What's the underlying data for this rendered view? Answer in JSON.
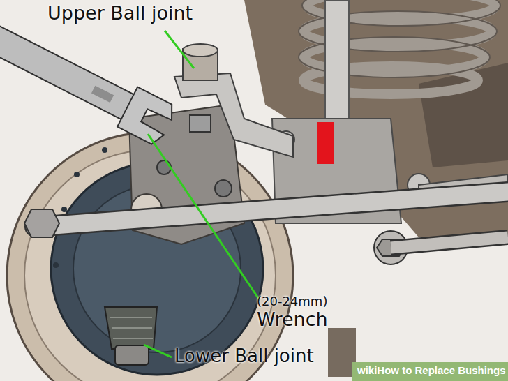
{
  "diagram": {
    "labels": [
      "Upper Ball joint",
      "(20-24mm)",
      "Wrench",
      "Lower Ball joint",
      "wikiHow to Replace Bushings"
    ]
  }
}
